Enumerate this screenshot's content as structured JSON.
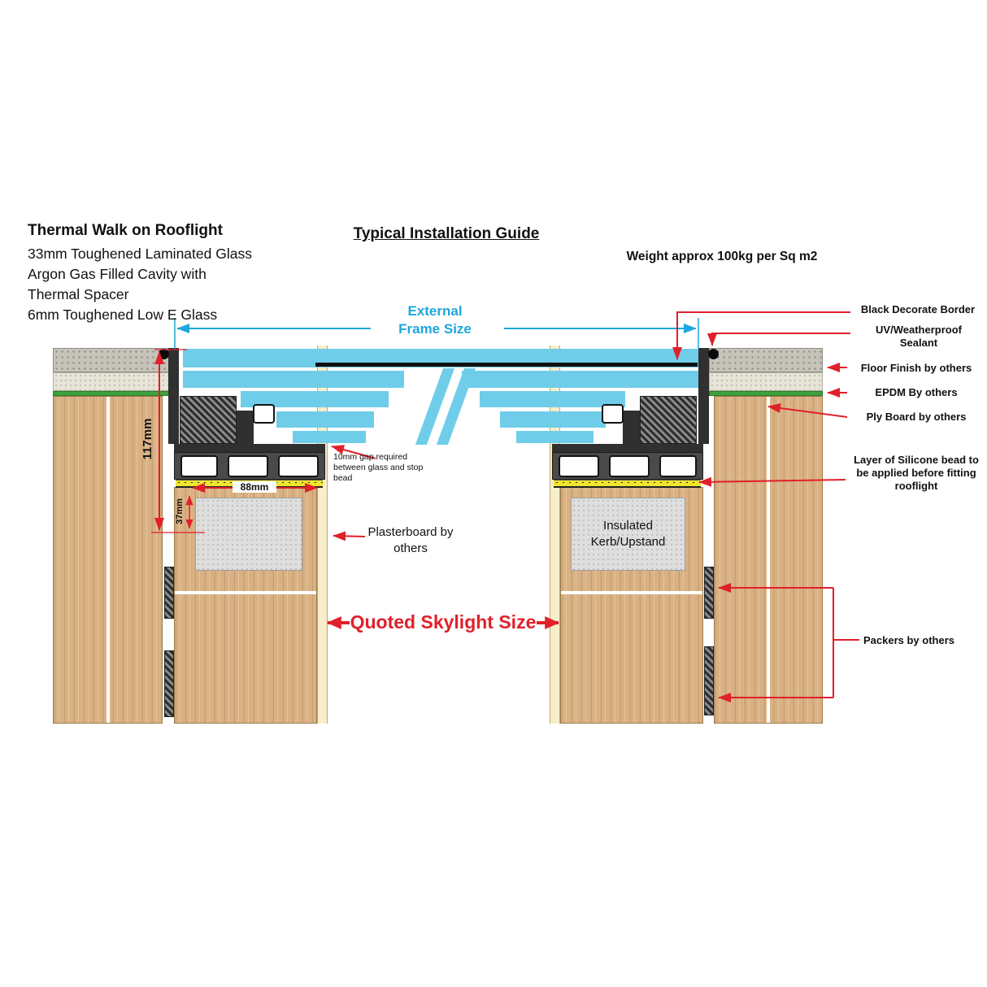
{
  "header": {
    "product_title": "Thermal Walk on Rooflight",
    "specs": [
      "33mm Toughened Laminated Glass",
      "Argon Gas Filled Cavity with",
      "Thermal Spacer",
      "6mm Toughened Low E Glass"
    ],
    "guide_title": "Typical Installation Guide",
    "weight_note": "Weight approx 100kg per Sq m2"
  },
  "dimensions": {
    "external_frame_line1": "External",
    "external_frame_line2": "Frame Size",
    "quoted_skylight": "Quoted Skylight Size",
    "frame_height": "117mm",
    "frame_width": "88mm",
    "kerb_offset": "37mm"
  },
  "callouts": {
    "gap_note": "10mm gap required between glass and stop bead",
    "plasterboard": "Plasterboard by others",
    "insulated_kerb": "Insulated Kerb/Upstand",
    "black_border": "Black Decorate Border",
    "uv_sealant": "UV/Weatherproof Sealant",
    "floor_finish": "Floor Finish by others",
    "epdm": "EPDM By others",
    "ply_board": "Ply Board by others",
    "silicone_bead": "Layer of Silicone bead to be applied before fitting rooflight",
    "packers": "Packers by others"
  },
  "colors": {
    "annotation_red": "#e0202a",
    "dimension_cyan": "#1ea7dd",
    "glass_cyan": "#6fcde9",
    "bead_yellow": "#f0e52f",
    "epdm_green": "#3da23d",
    "wood": "#d9b183"
  }
}
